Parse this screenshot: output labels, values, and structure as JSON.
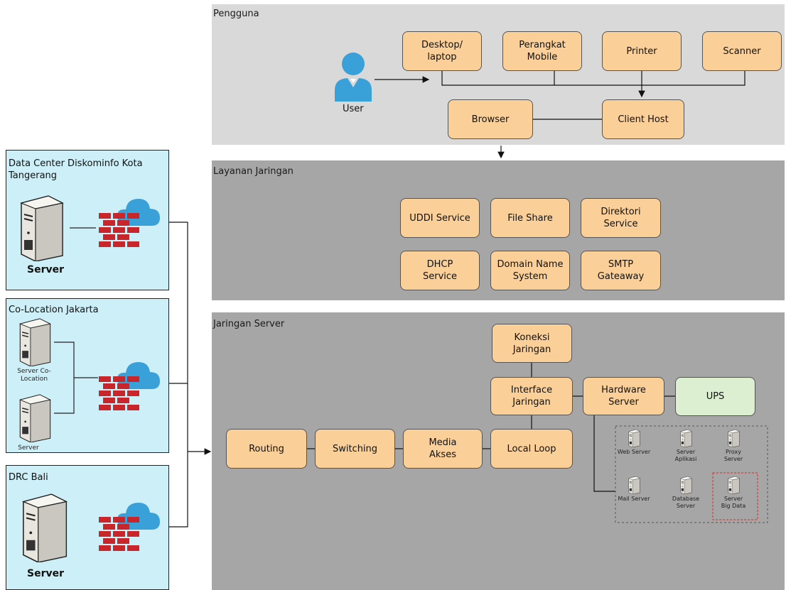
{
  "sections": {
    "pengguna": "Pengguna",
    "layanan": "Layanan Jaringan",
    "jaringan_server": "Jaringan Server"
  },
  "pengguna": {
    "user_label": "User",
    "devices": [
      "Desktop/\nlaptop",
      "Perangkat\nMobile",
      "Printer",
      "Scanner"
    ],
    "browser": "Browser",
    "client_host": "Client Host"
  },
  "layanan": {
    "services": [
      "UDDI Service",
      "File Share",
      "Direktori\nService",
      "DHCP\nService",
      "Domain Name\nSystem",
      "SMTP\nGateaway"
    ]
  },
  "jaringan": {
    "koneksi": "Koneksi\nJaringan",
    "interface": "Interface\nJaringan",
    "hardware": "Hardware\nServer",
    "ups": "UPS",
    "chain": [
      "Routing",
      "Switching",
      "Media\nAkses",
      "Local Loop"
    ],
    "servers": [
      "Web Server",
      "Server\nAplikasi",
      "Proxy\nServer",
      "Mail Server",
      "Database\nServer",
      "Server\nBig Data"
    ]
  },
  "datacenters": {
    "dc1_title": "Data Center Diskominfo Kota\nTangerang",
    "dc1_server": "Server",
    "dc2_title": "Co-Location Jakarta",
    "dc2_server_a": "Server Co-\nLocation",
    "dc2_server_b": "Server",
    "dc3_title": "DRC Bali",
    "dc3_server": "Server"
  },
  "colors": {
    "box": "#fbcf98",
    "ups": "#dcefd0",
    "panel_light": "#d9d9d9",
    "panel_dark": "#a6a6a6",
    "dc_bg": "#cdeff8",
    "firewall": "#c8262b",
    "cloud": "#3aa0d8"
  },
  "icons": [
    "user-icon",
    "server-tower-icon",
    "firewall-icon",
    "cloud-icon"
  ]
}
